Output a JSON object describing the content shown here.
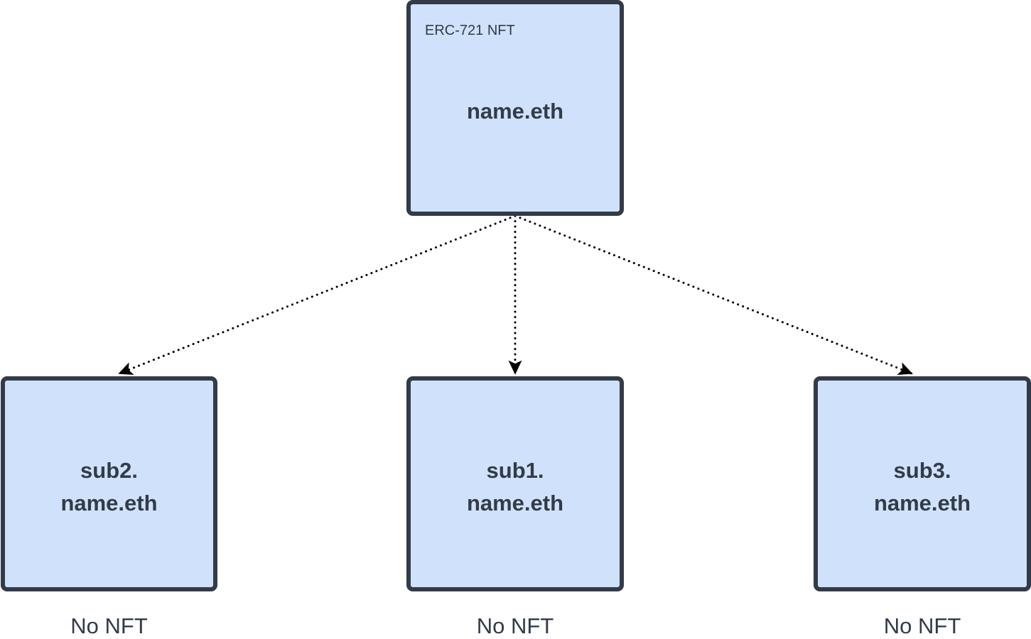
{
  "diagram": {
    "type": "tree",
    "background_color": "#ffffff",
    "node_fill_color": "#d0e2fb",
    "node_border_color": "#333b48",
    "text_color": "#333b48",
    "edge_color": "#000000",
    "edge_style": "dotted-with-arrowhead",
    "root": {
      "tag": "ERC-721 NFT",
      "title": "name.eth"
    },
    "children": [
      {
        "id": "sub2",
        "title": "sub2.\nname.eth",
        "caption": "No NFT"
      },
      {
        "id": "sub1",
        "title": "sub1.\nname.eth",
        "caption": "No NFT"
      },
      {
        "id": "sub3",
        "title": "sub3.\nname.eth",
        "caption": "No NFT"
      }
    ]
  }
}
